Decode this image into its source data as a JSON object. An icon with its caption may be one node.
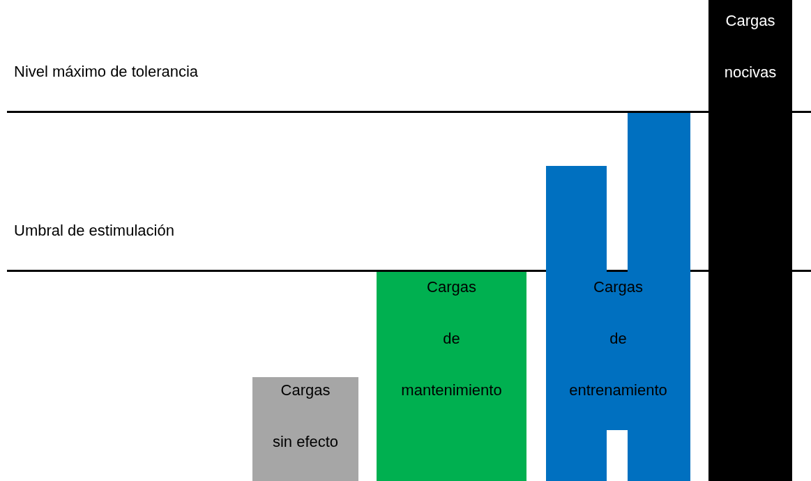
{
  "diagram": {
    "nodes": [
      {
        "text": [
          "Cargas sin efecto"
        ]
      },
      {
        "text": [
          "Cargas de mantenimiento"
        ]
      },
      {
        "text": [
          "Cargas de entrenamiento"
        ]
      },
      {
        "text": [
          "Cargas nocivas"
        ]
      }
    ],
    "labels": [
      "Nivel máximo de tolerancia",
      "Umbral de estimulación"
    ]
  }
}
